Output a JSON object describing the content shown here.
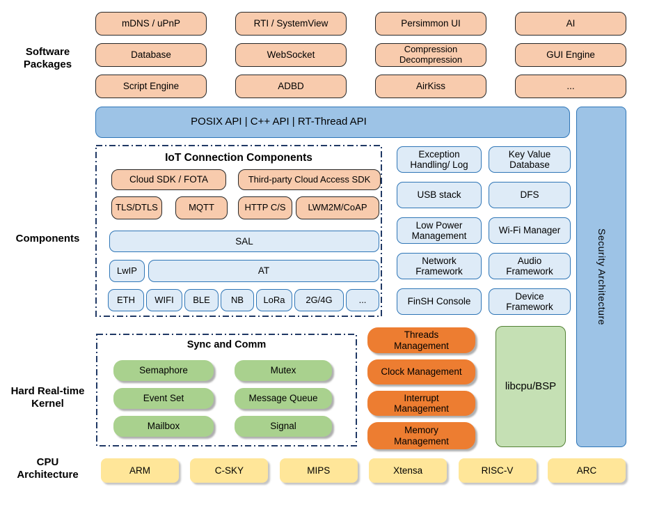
{
  "colors": {
    "package_fill": "#F8CBAD",
    "package_border": "#262626",
    "api_bar_fill": "#9DC3E6",
    "api_bar_border": "#2E75B6",
    "component_fill": "#DEEBF7",
    "component_border": "#2E75B6",
    "dashed_border": "#1F3864",
    "sync_fill": "#A9D18E",
    "management_fill": "#ED7D31",
    "libcpu_fill": "#C5E0B4",
    "libcpu_border": "#538135",
    "cpu_fill": "#FFE699"
  },
  "side_labels": {
    "software_packages": "Software\nPackages",
    "components": "Components",
    "kernel": "Hard Real-time\nKernel",
    "cpu": "CPU\nArchitecture"
  },
  "software_packages": [
    "mDNS / uPnP",
    "RTI / SystemView",
    "Persimmon UI",
    "AI",
    "Database",
    "WebSocket",
    "Compression\nDecompression",
    "GUI Engine",
    "Script Engine",
    "ADBD",
    "AirKiss",
    "..."
  ],
  "api_bar": "POSIX API  |  C++ API  |  RT-Thread API",
  "security_bar": "Security Architecture",
  "iot": {
    "title": "IoT Connection Components",
    "cloud_sdk": "Cloud SDK / FOTA",
    "third_party": "Third-party Cloud Access SDK",
    "protocols": [
      "TLS/DTLS",
      "MQTT",
      "HTTP C/S",
      "LWM2M/CoAP"
    ],
    "sal": "SAL",
    "lwip": "LwIP",
    "at": "AT",
    "interfaces": [
      "ETH",
      "WIFI",
      "BLE",
      "NB",
      "LoRa",
      "2G/4G",
      "..."
    ]
  },
  "components_right": [
    "Exception\nHandling/ Log",
    "Key Value\nDatabase",
    "USB stack",
    "DFS",
    "Low Power\nManagement",
    "Wi-Fi Manager",
    "Network\nFramework",
    "Audio\nFramework",
    "FinSH Console",
    "Device\nFramework"
  ],
  "kernel": {
    "sync_title": "Sync and Comm",
    "sync_items": [
      "Semaphore",
      "Mutex",
      "Event Set",
      "Message Queue",
      "Mailbox",
      "Signal"
    ],
    "management": [
      "Threads\nManagement",
      "Clock Management",
      "Interrupt\nManagement",
      "Memory\nManagement"
    ],
    "libcpu": "libcpu/BSP"
  },
  "cpu_architectures": [
    "ARM",
    "C-SKY",
    "MIPS",
    "Xtensa",
    "RISC-V",
    "ARC"
  ]
}
